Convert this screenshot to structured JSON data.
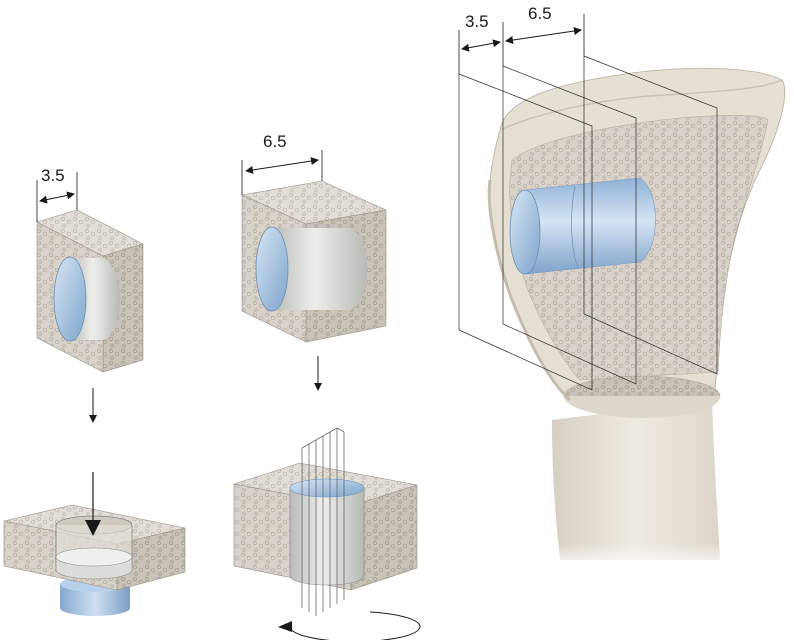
{
  "figure": {
    "dimensions": {
      "small_block": "3.5",
      "large_block": "6.5",
      "bone_left": "3.5",
      "bone_right": "6.5"
    },
    "colors": {
      "background": "#ffffff",
      "cancellous_bone": "#d6d0c8",
      "bone_shaft": "#e4ddd2",
      "graft_blue": "#a9c6e4",
      "graft_gray": "#d9dad7",
      "outline": "#3a3a3a"
    }
  }
}
